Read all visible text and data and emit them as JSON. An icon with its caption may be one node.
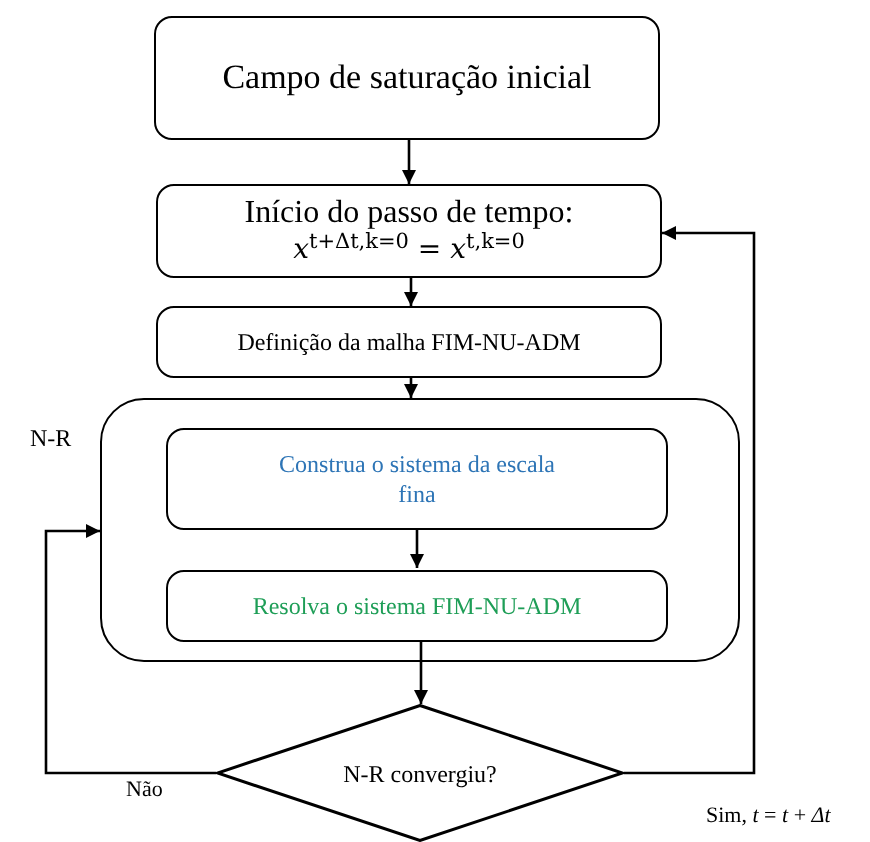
{
  "diagram": {
    "nodes": [
      {
        "text": [
          "Campo de saturação inicial"
        ]
      },
      {
        "text": [
          "Início do passo de tempo:",
          "*x*$^{t+Δt,k=0}$ = *x*$^{t,k=0}$"
        ]
      },
      {
        "text": [
          "Definição da malha FIM-NU-ADM"
        ]
      },
      {
        "text": [
          "N-R"
        ]
      },
      {
        "text": [
          "Construa o sistema da escala fina"
        ],
        "in": 3
      },
      {
        "text": [
          "Resolva o sistema FIM-NU-ADM"
        ],
        "in": 3
      },
      {
        "text": [
          "N-R convergiu?"
        ]
      }
    ],
    "edges": [
      {
        "from": 0,
        "to": 1,
        "arrow": "to"
      },
      {
        "from": 1,
        "to": 2,
        "arrow": "to"
      },
      {
        "from": 2,
        "to": 3,
        "arrow": "to"
      },
      {
        "from": 4,
        "to": 5,
        "arrow": "to"
      },
      {
        "from": 5,
        "to": 6,
        "arrow": "to"
      },
      {
        "from": 6,
        "to": 3,
        "arrow": "to",
        "label": "Não"
      },
      {
        "from": 6,
        "to": 1,
        "arrow": "to",
        "label": "Sim, *t* = *t* + *Δt*"
      }
    ]
  }
}
